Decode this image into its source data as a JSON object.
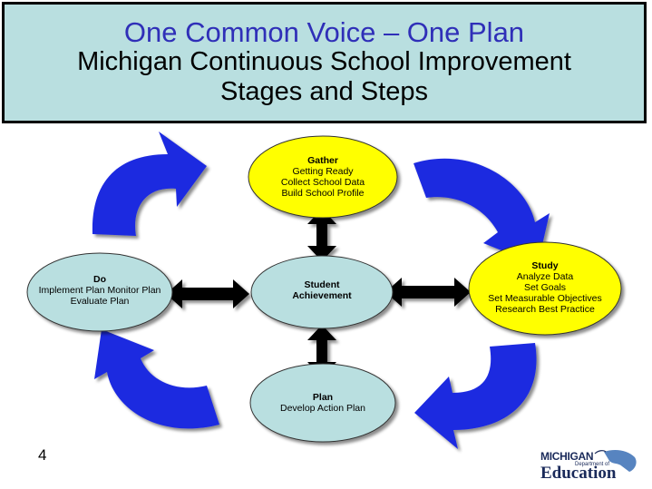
{
  "title": {
    "line1": "One Common Voice – One Plan",
    "line2": "Michigan Continuous School Improvement",
    "line3": "Stages and Steps"
  },
  "nodes": {
    "gather": {
      "heading": "Gather",
      "lines": [
        "Getting Ready",
        "Collect School Data",
        "Build School Profile"
      ]
    },
    "study": {
      "heading": "Study",
      "lines": [
        "Analyze Data",
        "Set Goals",
        "Set Measurable Objectives",
        "Research Best Practice"
      ]
    },
    "plan": {
      "heading": "Plan",
      "lines": [
        "Develop Action Plan"
      ]
    },
    "do": {
      "heading": "Do",
      "lines": [
        "Implement Plan Monitor Plan",
        "Evaluate Plan"
      ]
    },
    "center": {
      "heading": "Student",
      "heading2": "Achievement"
    }
  },
  "page_number": "4",
  "logo": {
    "top": "MICHIGAN",
    "sub": "Department of",
    "bottom": "Education"
  },
  "colors": {
    "title_bg": "#b9dfe0",
    "title_blue": "#2f2fb8",
    "yellow": "#ffff00",
    "light_blue": "#b9dfe0",
    "arrow_blue": "#1f2be0"
  }
}
